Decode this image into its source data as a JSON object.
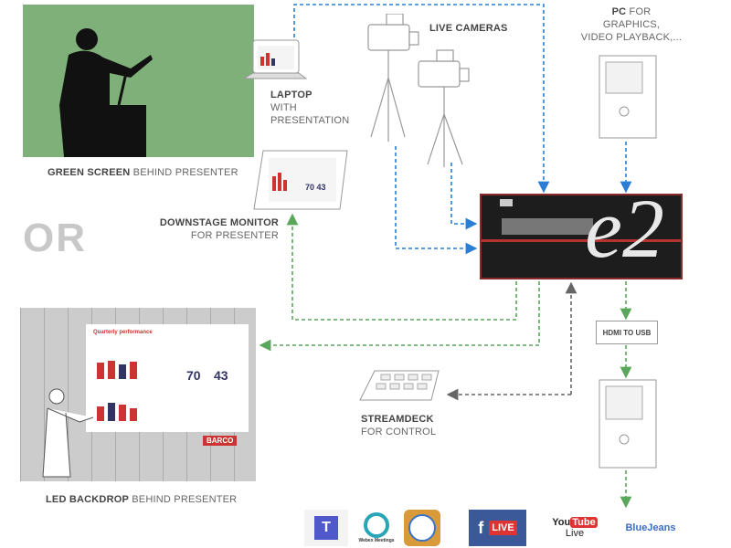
{
  "labels": {
    "green_screen_bold": "GREEN SCREEN",
    "green_screen_rest": " BEHIND PRESENTER",
    "laptop_1": "LAPTOP",
    "laptop_2": "WITH",
    "laptop_3": "PRESENTATION",
    "cameras": "LIVE CAMERAS",
    "pc_bold": "PC",
    "pc_rest": " FOR",
    "pc_2": "GRAPHICS,",
    "pc_3": "VIDEO PLAYBACK,...",
    "monitor_1": "DOWNSTAGE MONITOR",
    "monitor_2": "FOR PRESENTER",
    "or": "OR",
    "hdmi": "HDMI TO USB",
    "streamdeck_1": "STREAMDECK",
    "streamdeck_2": "FOR CONTROL",
    "led_bold": "LED BACKDROP",
    "led_rest": " BEHIND PRESENTER"
  },
  "slide": {
    "title": "Quarterly performance",
    "stat1": "70",
    "stat2": "43",
    "brand": "BARCO"
  },
  "e2": {
    "logo": "e2"
  },
  "logos": {
    "teams": "T",
    "webex": "Webex Meetings",
    "facebook": "f",
    "facebook_live": "LIVE",
    "youtube_1": "You",
    "youtube_2": "Tube",
    "youtube_3": "Live",
    "bluejeans": "BlueJeans"
  },
  "colors": {
    "blue_arrow": "#2a7fd4",
    "green_arrow": "#5aa65a",
    "gray_arrow": "#666666",
    "green_screen": "#7fb07a",
    "e2_red": "#b83232"
  }
}
